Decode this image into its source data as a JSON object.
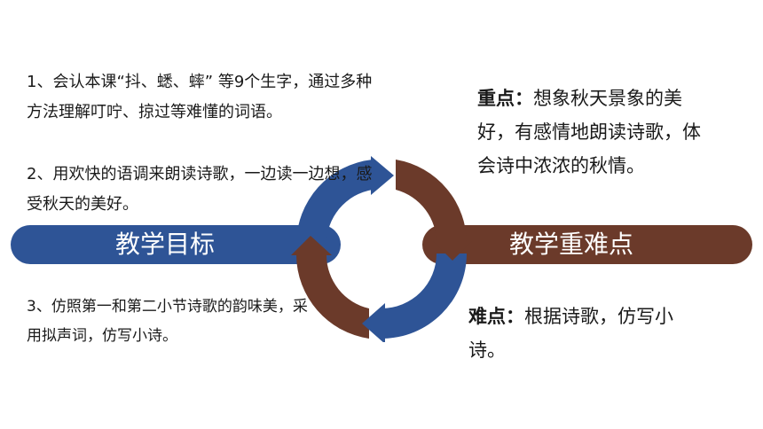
{
  "left_band": {
    "label": "教学目标"
  },
  "right_band": {
    "label": "教学重难点"
  },
  "goals": {
    "goal1": "1、会认本课“抖、蟋、蟀” 等9个生字，通过多种方法理解叮咛、掠过等难懂的词语。",
    "goal2": "2、用欢快的语调来朗读诗歌，一边读一边想，感受秋天的美好。",
    "goal3": "3、仿照第一和第二小节诗歌的韵味美，采用拟声词，仿写小诗。"
  },
  "key_point": {
    "title": "重点：",
    "text": "想象秋天景象的美好，有感情地朗读诗歌，体会诗中浓浓的秋情。"
  },
  "difficult_point": {
    "title": "难点：",
    "text": "根据诗歌，仿写小诗。"
  },
  "colors": {
    "blue": "#2e5496",
    "brown": "#6b3a2a"
  },
  "icons": {
    "cycle": "cycle-arrows-icon"
  }
}
